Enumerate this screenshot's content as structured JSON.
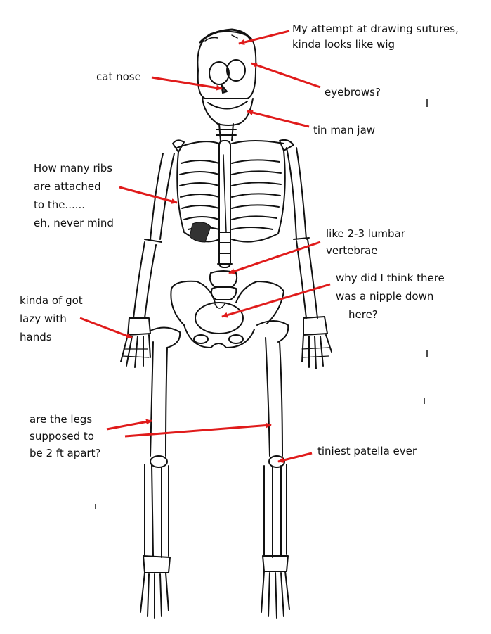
{
  "annotations": {
    "sutures": [
      "My attempt at drawing sutures,",
      "kinda looks like wig"
    ],
    "cat_nose": [
      "cat nose"
    ],
    "eyebrows": [
      "eyebrows?"
    ],
    "jaw": [
      "tin man jaw"
    ],
    "ribs": [
      "How many ribs",
      "are attached",
      "to the......",
      "eh, never mind"
    ],
    "lumbar": [
      "like 2-3 lumbar",
      "vertebrae"
    ],
    "nipple": [
      "why did I think there",
      "was a nipple down",
      "here?"
    ],
    "hands": [
      "kinda of got",
      "lazy with",
      "hands"
    ],
    "legs": [
      "are the legs",
      "supposed to",
      "be 2 ft apart?"
    ],
    "patella": [
      "tiniest patella ever"
    ]
  },
  "colors": {
    "ink": "#111111",
    "arrow": "#e01b1b"
  }
}
